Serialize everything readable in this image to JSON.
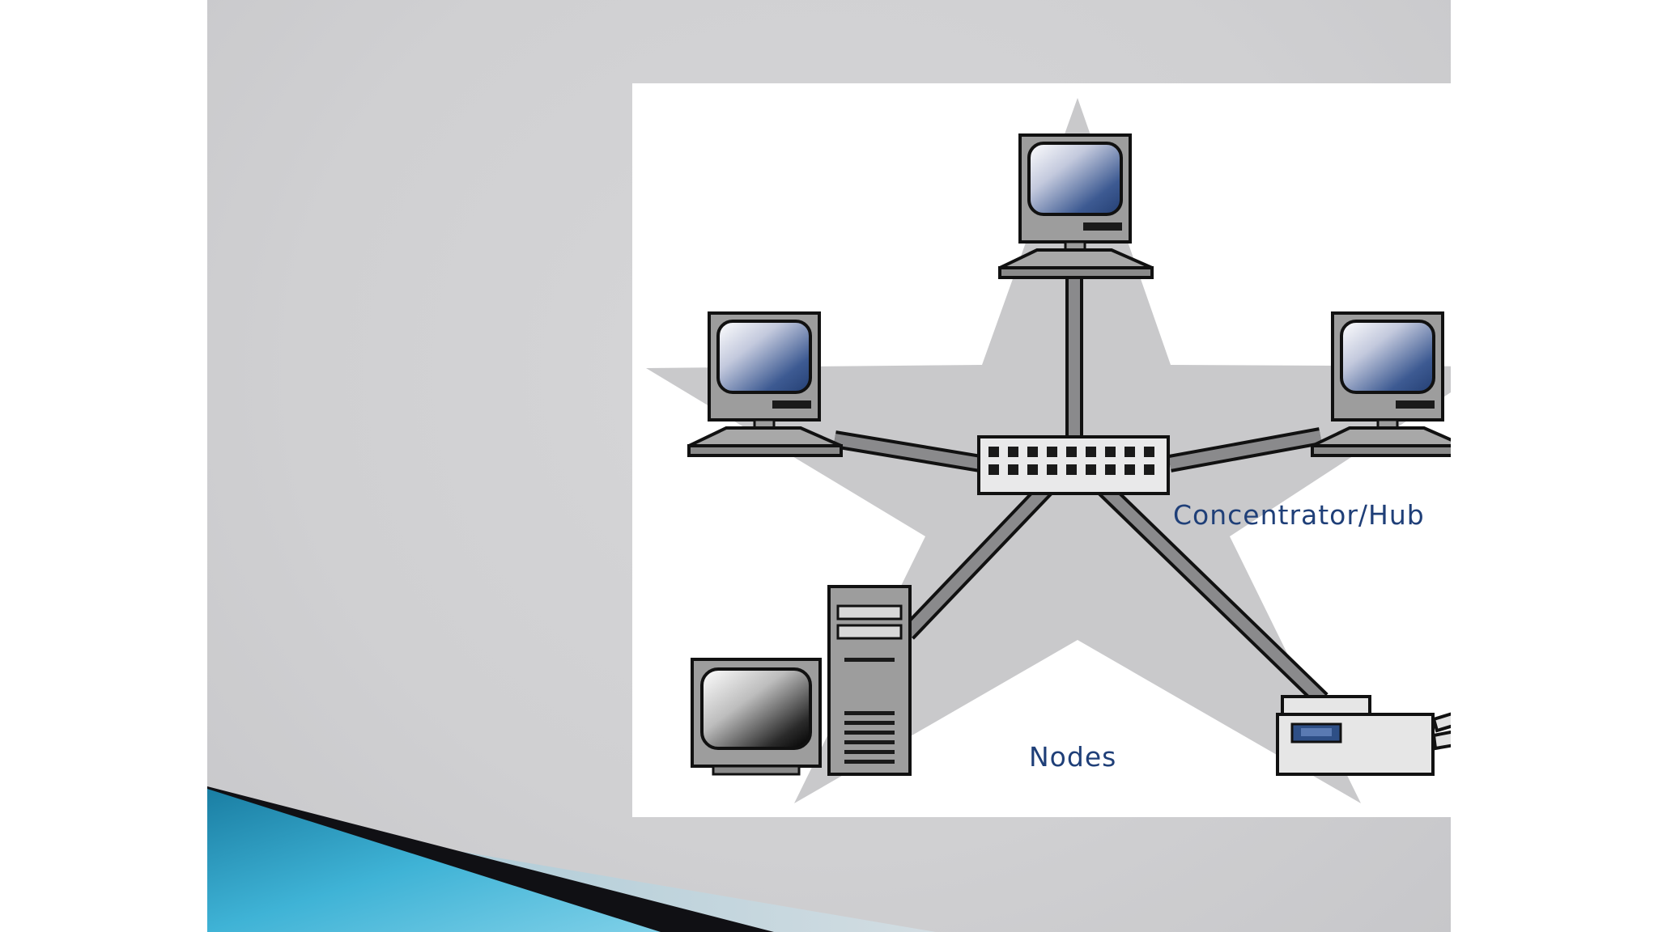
{
  "diagram": {
    "labels": {
      "hub": "Concentrator/Hub",
      "nodes": "Nodes"
    },
    "colors": {
      "star": "#c9c9cb",
      "device_gray": "#9c9c9c",
      "screen_blue": "#2e4f86",
      "label_blue": "#1f3f78",
      "cable": "#7e7e80",
      "accent_teal": "#2aa0c4"
    },
    "nodes": [
      {
        "id": "computer-top",
        "kind": "workstation"
      },
      {
        "id": "computer-left",
        "kind": "workstation"
      },
      {
        "id": "computer-right",
        "kind": "workstation"
      },
      {
        "id": "computer-tower",
        "kind": "desktop-tower"
      },
      {
        "id": "printer",
        "kind": "printer"
      }
    ],
    "hub": {
      "id": "hub",
      "kind": "concentrator"
    }
  }
}
